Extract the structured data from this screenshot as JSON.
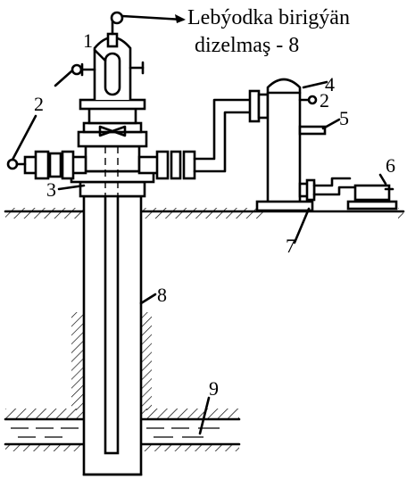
{
  "caption": {
    "line1": "Lebýodka birigýän",
    "line2": "dizelmaş - 8"
  },
  "labels": {
    "l1": "1",
    "l2_left": "2",
    "l2_right": "2",
    "l3": "3",
    "l4": "4",
    "l5": "5",
    "l6": "6",
    "l7": "7",
    "l8": "8",
    "l9": "9"
  },
  "colors": {
    "ink": "#000000",
    "paper": "#ffffff"
  }
}
